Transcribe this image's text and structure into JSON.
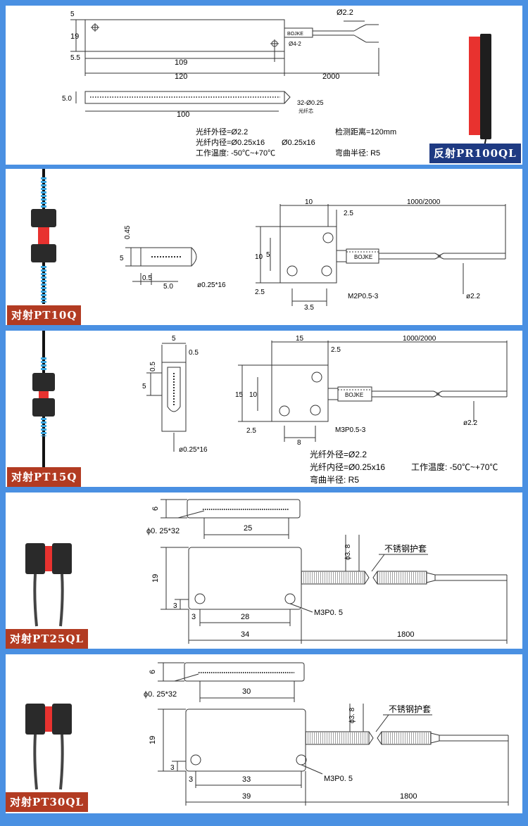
{
  "sections": [
    {
      "product": "反射PR100QL",
      "dims": {
        "d5": "5",
        "d19": "19",
        "d55": "5.5",
        "d109": "109",
        "d120": "120",
        "d2000": "2000",
        "d22": "Ø2.2",
        "brand": "BOJKE",
        "hole": "Ø4-2",
        "d50": "5.0",
        "d100": "100",
        "fibers": "32-Ø0.25",
        "fiber_label": "光纤芯"
      },
      "specs": {
        "line1a": "光纤外径=Ø2.2",
        "line1b": "检测距离=120mm",
        "line2a": "光纤内径=Ø0.25x16",
        "line2b": "Ø0.25x16",
        "line3a": "工作温度: -50℃~+70℃",
        "line3b": "弯曲半径:  R5"
      }
    },
    {
      "product": "对射PT10Q",
      "dims": {
        "d045": "0.45",
        "d5": "5",
        "d05": "0.5",
        "d50": "5.0",
        "fiber": "ø0.25*16",
        "d10": "10",
        "d25top": "2.5",
        "d1000": "1000/2000",
        "d10v": "10",
        "d5v": "5",
        "d25": "2.5",
        "d35": "3.5",
        "brand": "BOJKE",
        "screw": "M2P0.5-3",
        "d22": "ø2.2"
      }
    },
    {
      "product": "对射PT15Q",
      "dims": {
        "d5": "5",
        "d05a": "0.5",
        "d05b": "0.5",
        "d5v": "5",
        "fiber": "ø0.25*16",
        "d15": "15",
        "d25top": "2.5",
        "d1000": "1000/2000",
        "d15v": "15",
        "d10v": "10",
        "d25": "2.5",
        "d8": "8",
        "brand": "BOJKE",
        "screw": "M3P0.5-3",
        "d22": "ø2.2"
      },
      "specs": {
        "line1": "光纤外径=Ø2.2",
        "line2a": "光纤内径=Ø0.25x16",
        "line2b": "工作温度:  -50℃~+70℃",
        "line3": "弯曲半径:  R5"
      }
    },
    {
      "product": "对射PT25QL",
      "dims": {
        "d6": "6",
        "fiber": "ϕ0. 25*32",
        "d25": "25",
        "d38": "ϕ3. 8",
        "sleeve": "不锈钢护套",
        "d19": "19",
        "d3v": "3",
        "d3": "3",
        "d28": "28",
        "screw": "M3P0. 5",
        "d34": "34",
        "d1800": "1800"
      }
    },
    {
      "product": "对射PT30QL",
      "dims": {
        "d6": "6",
        "fiber": "ϕ0. 25*32",
        "d30": "30",
        "d38": "ϕ3. 8",
        "sleeve": "不锈钢护套",
        "d19": "19",
        "d3v": "3",
        "d3": "3",
        "d33": "33",
        "screw": "M3P0. 5",
        "d39": "39",
        "d1800": "1800"
      }
    }
  ],
  "colors": {
    "frame": "#4a90e2",
    "badge_red": "#b23b22",
    "badge_navy": "#1e3a82",
    "fiber_blue": "#3aa6e0",
    "sensor_red": "#e8322f"
  }
}
